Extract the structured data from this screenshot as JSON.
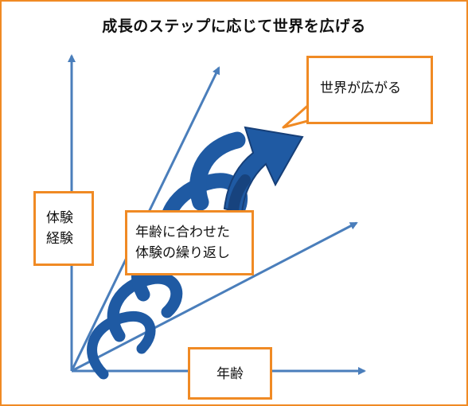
{
  "title": "成長のステップに応じて世界を広げる",
  "labels": {
    "experience": [
      "体験",
      "経験"
    ],
    "repetition": [
      "年齢に合わせた",
      "体験の繰り返し"
    ],
    "age": "年齢",
    "world": "世界が広がる"
  },
  "colors": {
    "frame_border": "#f08a24",
    "box_border": "#f08a24",
    "axis_blue": "#4a7ebb",
    "spiral_blue": "#1f5aa3",
    "spiral_dark": "#163f78"
  }
}
